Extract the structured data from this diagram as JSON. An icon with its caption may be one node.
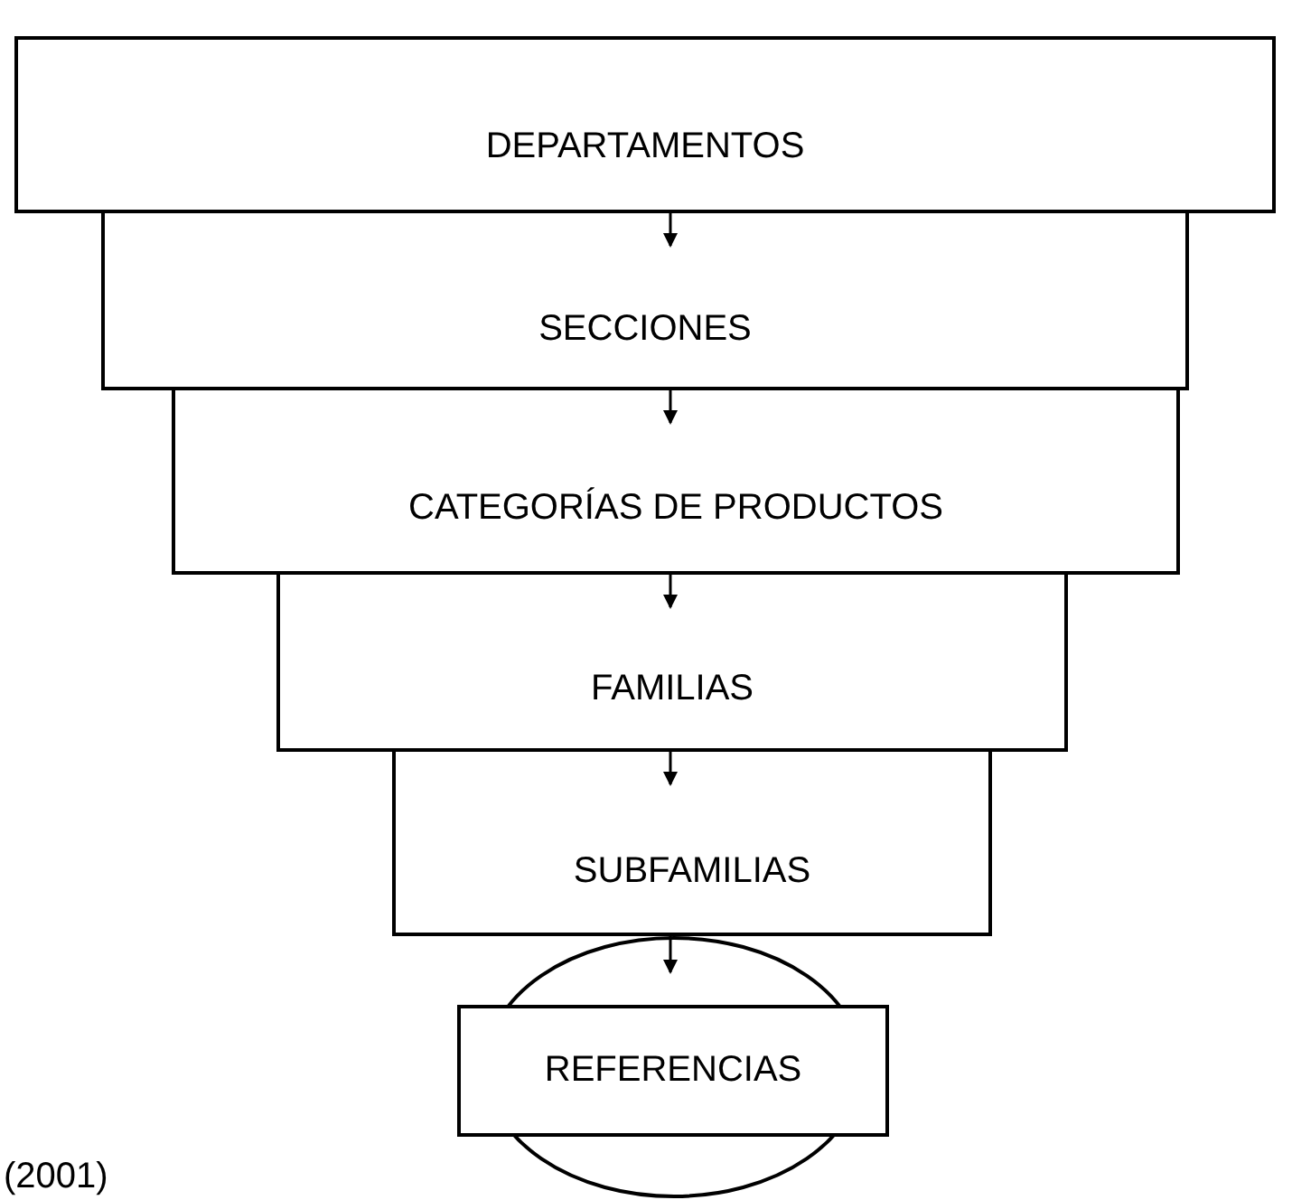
{
  "diagram": {
    "nodes": [
      {
        "text": [
          "DEPARTAMENTOS"
        ]
      },
      {
        "text": [
          "SECCIONES"
        ]
      },
      {
        "text": [
          "CATEGORÍAS DE PRODUCTOS"
        ]
      },
      {
        "text": [
          "FAMILIAS"
        ]
      },
      {
        "text": [
          "SUBFAMILIAS"
        ]
      },
      {
        "text": [],
        "shape": "ellipse"
      },
      {
        "text": [
          "REFERENCIAS"
        ]
      }
    ],
    "edges": [
      {
        "from": 0,
        "to": 1,
        "arrow": "to"
      },
      {
        "from": 1,
        "to": 2,
        "arrow": "to"
      },
      {
        "from": 2,
        "to": 3,
        "arrow": "to"
      },
      {
        "from": 3,
        "to": 4,
        "arrow": "to"
      },
      {
        "from": 4,
        "to": 5,
        "arrow": "to"
      }
    ],
    "labels": [
      "(2001)"
    ]
  }
}
